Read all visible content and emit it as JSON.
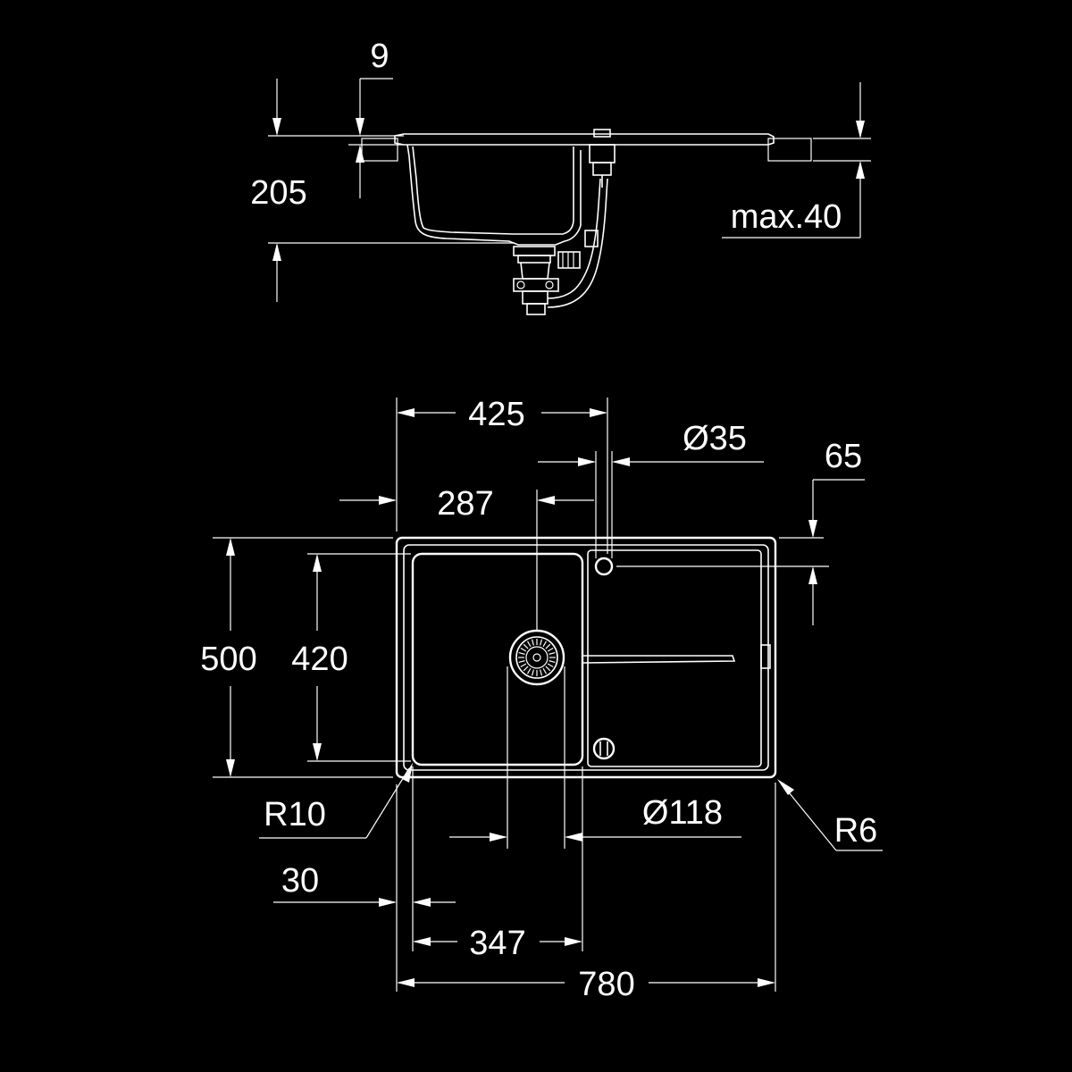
{
  "colors": {
    "background": "#000000",
    "line": "#ffffff"
  },
  "side_view": {
    "dim_lip": "9",
    "dim_depth": "205",
    "dim_worktop": "max.40"
  },
  "top_view": {
    "dim_bowl_centre_width": "425",
    "dim_tap_hole": "Ø35",
    "dim_tap_offset": "65",
    "dim_drain_position": "287",
    "dim_overall_depth": "500",
    "dim_bowl_depth": "420",
    "dim_corner_radius_bowl": "R10",
    "dim_drain_diameter": "Ø118",
    "dim_corner_radius_outer": "R6",
    "dim_rim_offset": "30",
    "dim_bowl_width": "347",
    "dim_overall_width": "780"
  }
}
